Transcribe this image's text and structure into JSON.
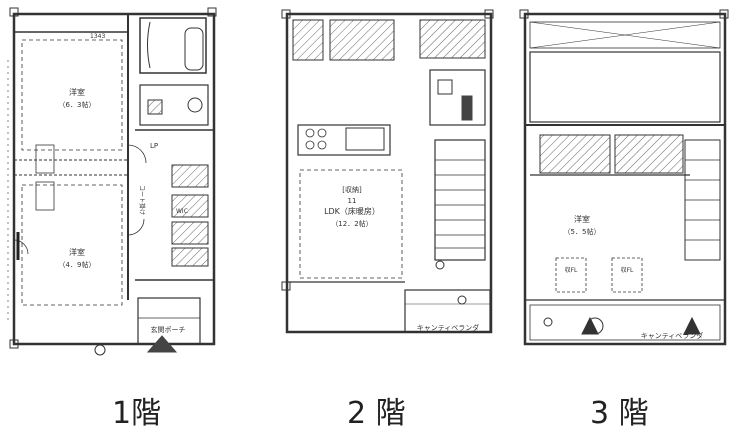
{
  "floors": [
    {
      "caption": "1階",
      "rooms": [
        {
          "name": "洋室",
          "size": "（6．3帖）"
        },
        {
          "name": "洋室",
          "size": "（4．9帖）"
        }
      ],
      "labels": {
        "hall": "玄関ポーチ",
        "closet": "コート掛け",
        "top_dim": "1343",
        "lp": "LP",
        "wic": "WIC"
      }
    },
    {
      "caption": "2 階",
      "rooms": [
        {
          "name": "LDK（床暖房）",
          "size": "（12．2帖）"
        }
      ],
      "labels": {
        "store": "[収納]",
        "balcony": "キャンティベランダ",
        "num": "11"
      }
    },
    {
      "caption": "3 階",
      "rooms": [
        {
          "name": "洋室",
          "size": "（5．5帖）"
        }
      ],
      "labels": {
        "fl1": "収FL",
        "fl2": "収FL",
        "balcony": "キャンティベランダ"
      }
    }
  ]
}
